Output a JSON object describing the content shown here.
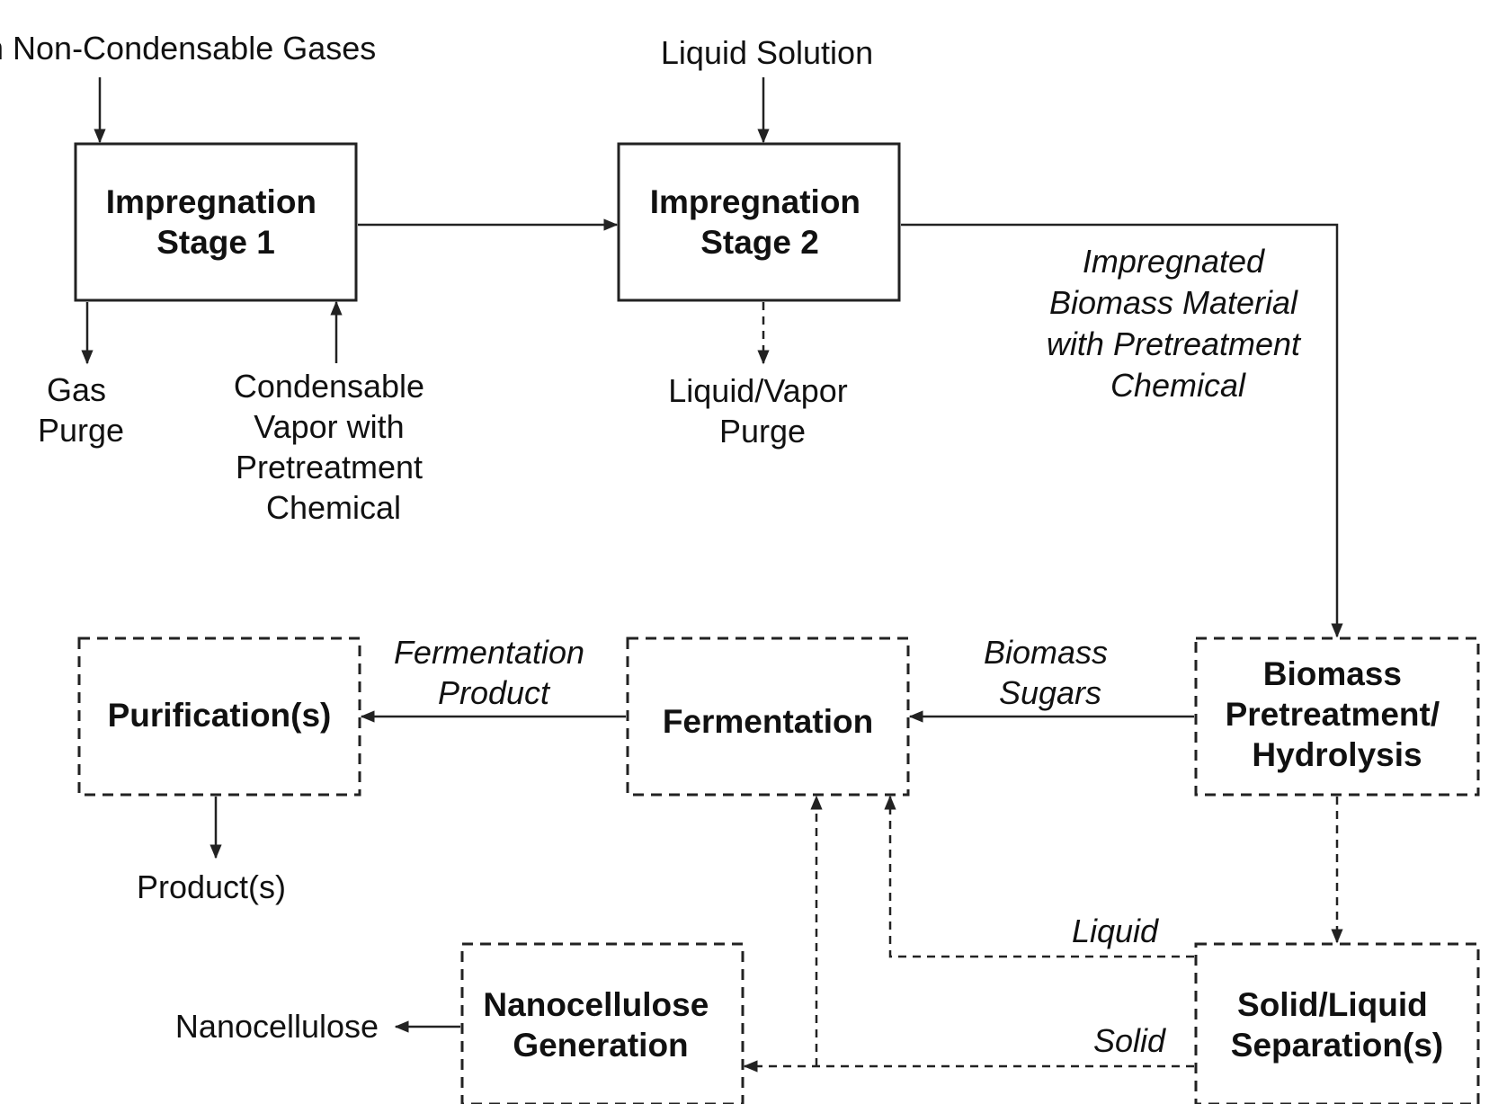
{
  "nodes": {
    "impregnation_stage_1": [
      "Impregnation",
      "Stage 1"
    ],
    "impregnation_stage_2": [
      "Impregnation",
      "Stage 2"
    ],
    "biomass_pretreatment": [
      "Biomass",
      "Pretreatment/",
      "Hydrolysis"
    ],
    "fermentation": [
      "Fermentation"
    ],
    "purification": [
      "Purification(s)"
    ],
    "solid_liquid_separation": [
      "Solid/Liquid",
      "Separation(s)"
    ],
    "nanocellulose_generation": [
      "Nanocellulose",
      "Generation"
    ]
  },
  "labels": {
    "non_condensable_gases": [
      "n Non-Condensable Gases"
    ],
    "liquid_solution": [
      "Liquid Solution"
    ],
    "gas_purge": [
      "Gas",
      "Purge"
    ],
    "condensable_vapor": [
      "Condensable",
      "Vapor with",
      "Pretreatment",
      "Chemical"
    ],
    "liquid_vapor_purge": [
      "Liquid/Vapor",
      "Purge"
    ],
    "impregnated_biomass": [
      "Impregnated",
      "Biomass Material",
      "with Pretreatment",
      "Chemical"
    ],
    "biomass_sugars": [
      "Biomass",
      "Sugars"
    ],
    "fermentation_product": [
      "Fermentation",
      "Product"
    ],
    "products": [
      "Product(s)"
    ],
    "liquid": [
      "Liquid"
    ],
    "solid": [
      "Solid"
    ],
    "nanocellulose": [
      "Nanocellulose"
    ]
  }
}
